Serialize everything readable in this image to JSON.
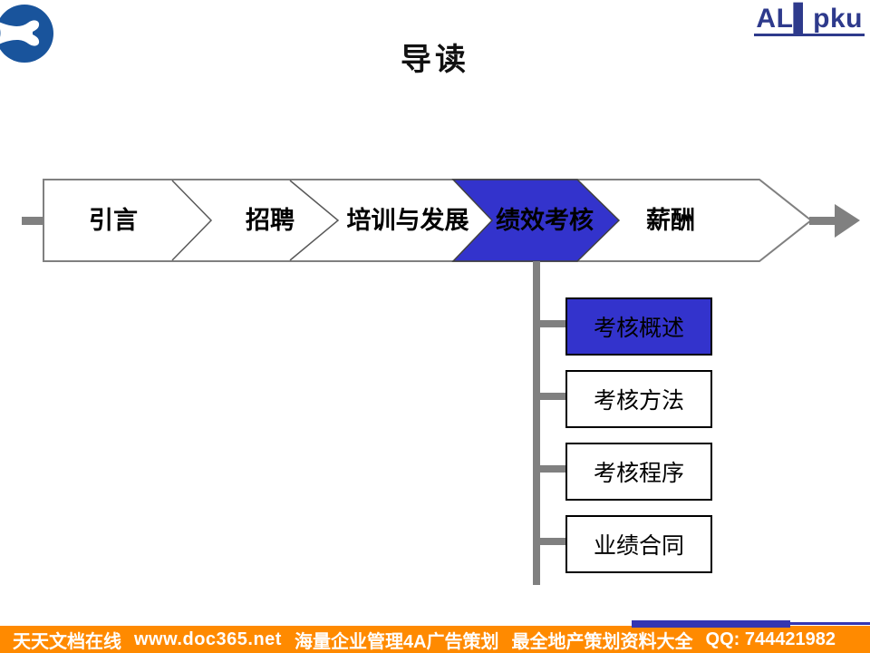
{
  "header": {
    "title": "导读",
    "brand": "AL▌pku"
  },
  "flow": {
    "steps": [
      {
        "label": "引言",
        "active": false
      },
      {
        "label": "招聘",
        "active": false
      },
      {
        "label": "培训与发展",
        "active": false
      },
      {
        "label": "绩效考核",
        "active": true
      },
      {
        "label": "薪酬",
        "active": false
      }
    ]
  },
  "subsections": [
    {
      "label": "考核概述",
      "active": true
    },
    {
      "label": "考核方法",
      "active": false
    },
    {
      "label": "考核程序",
      "active": false
    },
    {
      "label": "业绩合同",
      "active": false
    }
  ],
  "footer": {
    "site": "天天文档在线",
    "url": "www.doc365.net",
    "tagline": "海量企业管理4A广告策划",
    "tagline2": "最全地产策划资料大全",
    "qq": "QQ: 744421982"
  },
  "colors": {
    "accent_blue": "#3333CC",
    "bottom_bar_blue": "#3436B2",
    "banner_orange": "#FF8A00",
    "line_gray": "#808080",
    "logo_disc_blue": "#19549C",
    "brand_navy": "#2E3A8C"
  }
}
